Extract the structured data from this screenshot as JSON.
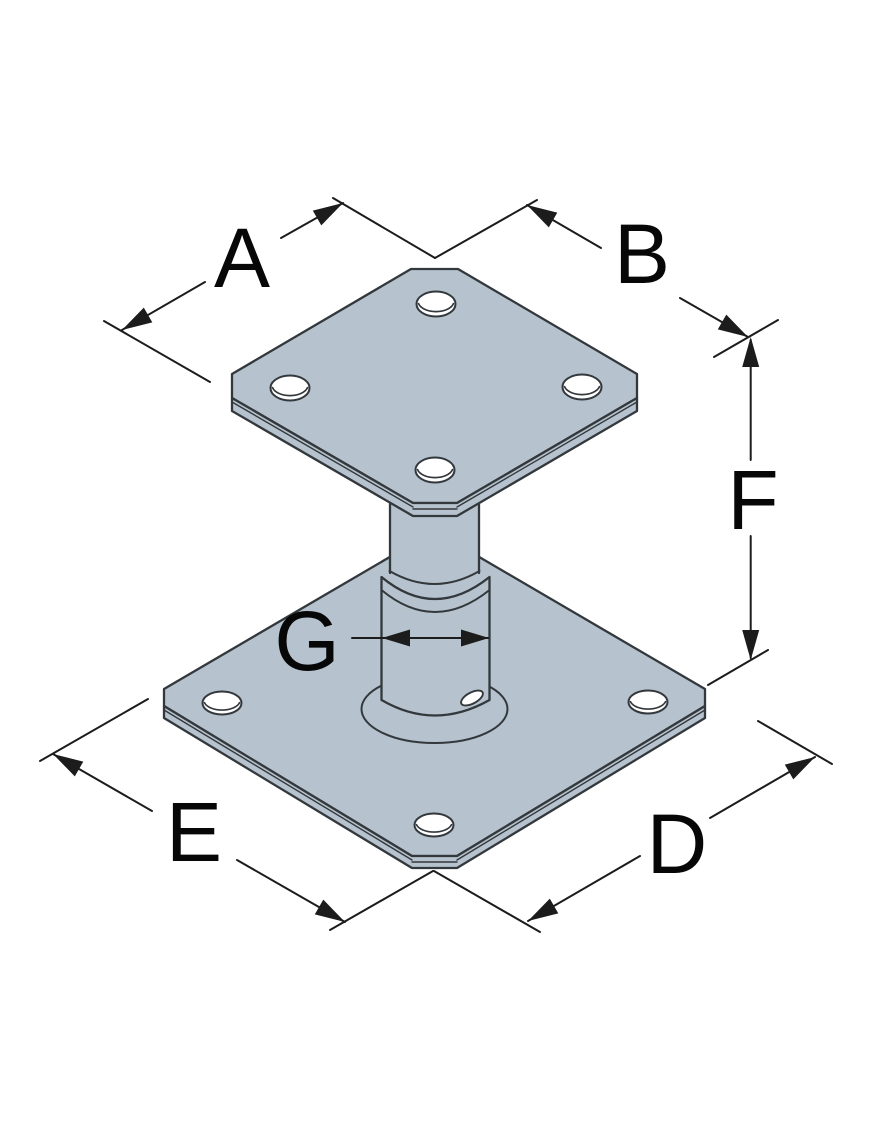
{
  "diagram": {
    "dimension_labels": {
      "a": "A",
      "b": "B",
      "d": "D",
      "e": "E",
      "f": "F",
      "g": "G"
    },
    "colors": {
      "metal": "#b6c3ce",
      "outline": "#33383c",
      "dimension": "#1c1c1c",
      "label": "#070707",
      "background": "#ffffff"
    }
  }
}
